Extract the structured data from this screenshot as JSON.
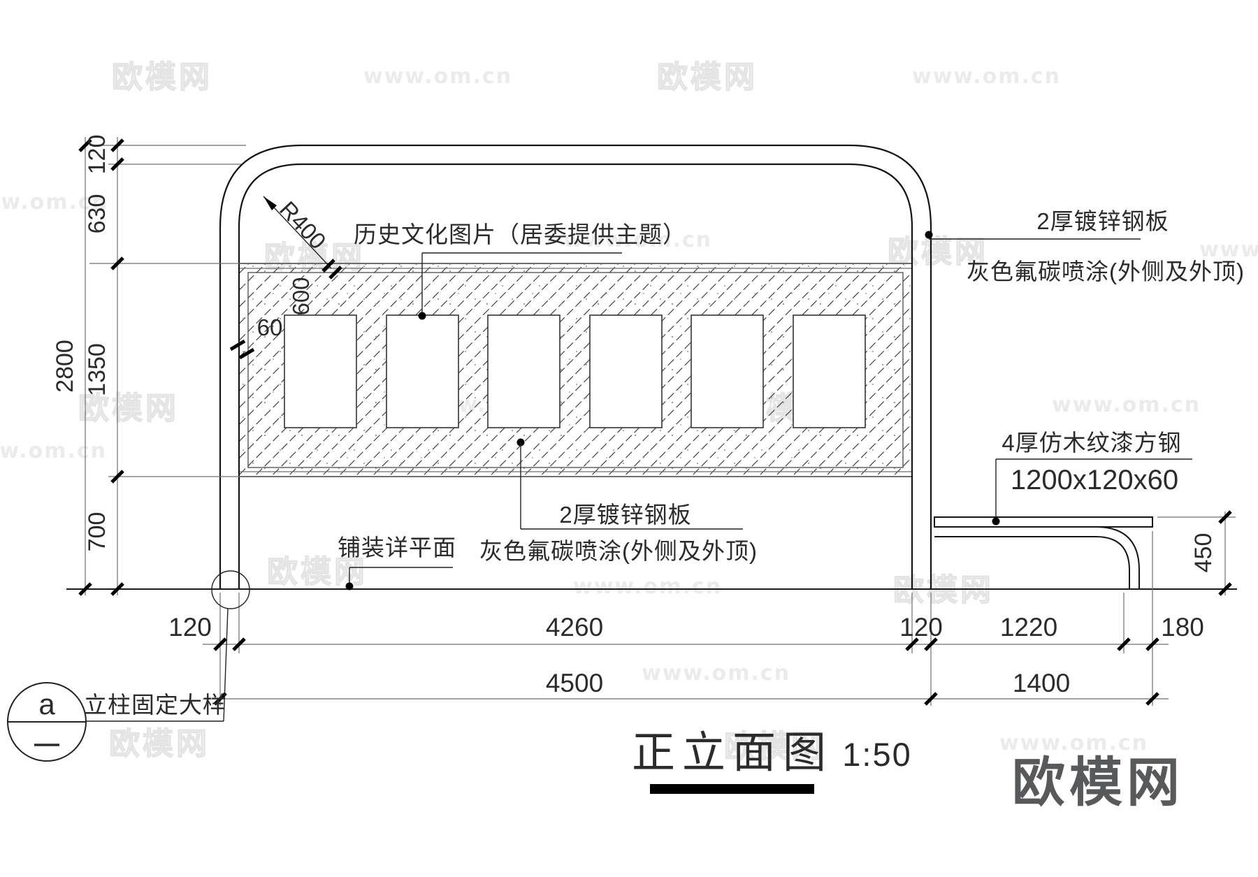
{
  "title": {
    "text": "正立面图",
    "scale": "1:50"
  },
  "watermark": {
    "brand": "欧模网",
    "url": "www.om.cn"
  },
  "dims": {
    "left": [
      "120",
      "630",
      "1350",
      "700"
    ],
    "left_total": "2800",
    "bottom_row1": [
      "120",
      "4260",
      "120",
      "1220",
      "180"
    ],
    "bottom_row2": [
      "4500",
      "1400"
    ],
    "bench_height": "450",
    "corner_radius": "R400",
    "edge_600": "600",
    "inset_60": "60"
  },
  "annotations": {
    "photo_panel": "历史文化图片（居委提供主题）",
    "steel_right_line1": "2厚镀锌钢板",
    "steel_right_line2": "灰色氟碳喷涂(外侧及外顶)",
    "steel_mid_line1": "2厚镀锌钢板",
    "steel_mid_line2": "灰色氟碳喷涂(外侧及外顶)",
    "paving": "铺装详平面",
    "bench_line1": "4厚仿木纹漆方钢",
    "bench_line2": "1200x120x60",
    "detail_label": "立柱固定大样",
    "detail_bubble_letter": "a"
  }
}
